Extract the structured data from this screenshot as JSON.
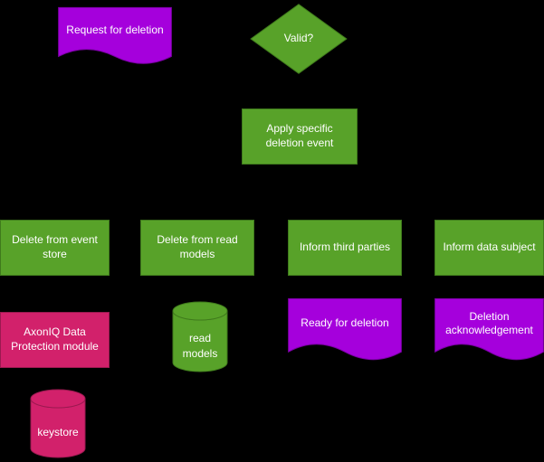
{
  "diagram": {
    "colors": {
      "background": "#000000",
      "green": "#58A229",
      "green_border": "#3F7A1C",
      "purple": "#A500DC",
      "purple_border": "#7C00A6",
      "pink": "#D2216B",
      "pink_border": "#9B1950",
      "text": "#FFFFFF"
    },
    "nodes": {
      "request_for_deletion": {
        "label": "Request for deletion",
        "shape": "document",
        "color": "purple"
      },
      "valid": {
        "label": "Valid?",
        "shape": "decision",
        "color": "green"
      },
      "apply_specific_deletion_event": {
        "label": "Apply specific deletion event",
        "shape": "process",
        "color": "green"
      },
      "delete_from_event_store": {
        "label": "Delete from event store",
        "shape": "process",
        "color": "green"
      },
      "delete_from_read_models": {
        "label": "Delete from read models",
        "shape": "process",
        "color": "green"
      },
      "inform_third_parties": {
        "label": "Inform third parties",
        "shape": "process",
        "color": "green"
      },
      "inform_data_subject": {
        "label": "Inform data subject",
        "shape": "process",
        "color": "green"
      },
      "axoniq_data_protection_module": {
        "label": "AxonIQ Data Protection module",
        "shape": "process",
        "color": "pink"
      },
      "read_models": {
        "label": "read models",
        "shape": "cylinder",
        "color": "green"
      },
      "ready_for_deletion": {
        "label": "Ready for deletion",
        "shape": "document",
        "color": "purple"
      },
      "deletion_acknowledgement": {
        "label": "Deletion acknowledgement",
        "shape": "document",
        "color": "purple"
      },
      "keystore": {
        "label": "keystore",
        "shape": "cylinder",
        "color": "pink"
      }
    }
  }
}
